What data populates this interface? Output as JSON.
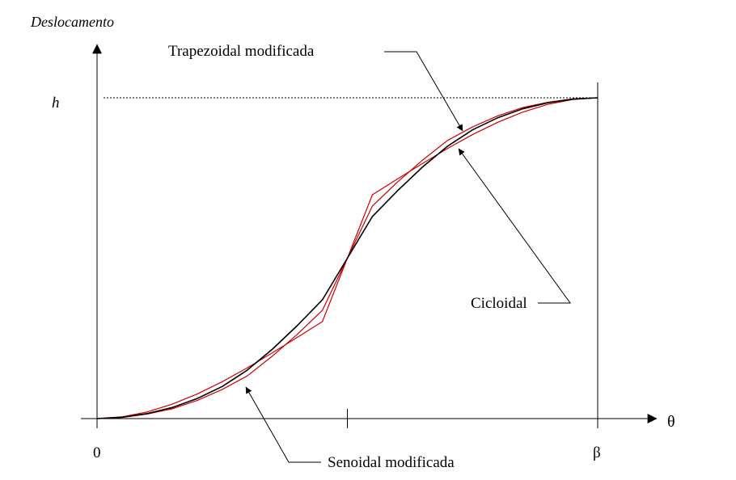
{
  "chart_data": {
    "type": "line",
    "ylabel": "Deslocamento",
    "xlabel": "θ",
    "x_ticks": [
      "0",
      "β"
    ],
    "y_ticks": [
      "h"
    ],
    "xlim": [
      0,
      1
    ],
    "ylim": [
      0,
      1
    ],
    "grid": false,
    "legend": "none",
    "x": [
      0,
      0.05,
      0.1,
      0.15,
      0.2,
      0.25,
      0.3,
      0.35,
      0.4,
      0.45,
      0.5,
      0.55,
      0.6,
      0.65,
      0.7,
      0.75,
      0.8,
      0.85,
      0.9,
      0.95,
      1
    ],
    "series": [
      {
        "values": [
          0,
          0.0042,
          0.0156,
          0.0344,
          0.0625,
          0.1,
          0.151,
          0.216,
          0.29,
          0.37,
          0.5,
          0.63,
          0.71,
          0.784,
          0.849,
          0.9,
          0.9375,
          0.9656,
          0.9844,
          0.9958,
          1
        ],
        "color": "#000000"
      },
      {
        "values": [
          0,
          0.0053,
          0.0207,
          0.0449,
          0.0766,
          0.1148,
          0.1581,
          0.2049,
          0.2531,
          0.3023,
          0.5,
          0.6977,
          0.7469,
          0.7951,
          0.8419,
          0.8852,
          0.9234,
          0.9551,
          0.9793,
          0.9947,
          1
        ],
        "color": "#cc0000"
      },
      {
        "values": [
          0,
          0.0033,
          0.0142,
          0.0305,
          0.0565,
          0.0909,
          0.133,
          0.1945,
          0.2627,
          0.3374,
          0.5,
          0.6626,
          0.7373,
          0.8055,
          0.867,
          0.9091,
          0.9435,
          0.9695,
          0.9858,
          0.9967,
          1
        ],
        "color": "#cc0000"
      }
    ],
    "annotations": [
      {
        "text": "Trapezoidal modificada",
        "target_x": 0.73,
        "target_y": 0.89
      },
      {
        "text": "Cicloidal",
        "target_x": 0.72,
        "target_y": 0.83
      },
      {
        "text": "Senoidal modificada",
        "target_x": 0.31,
        "target_y": 0.1
      }
    ]
  }
}
